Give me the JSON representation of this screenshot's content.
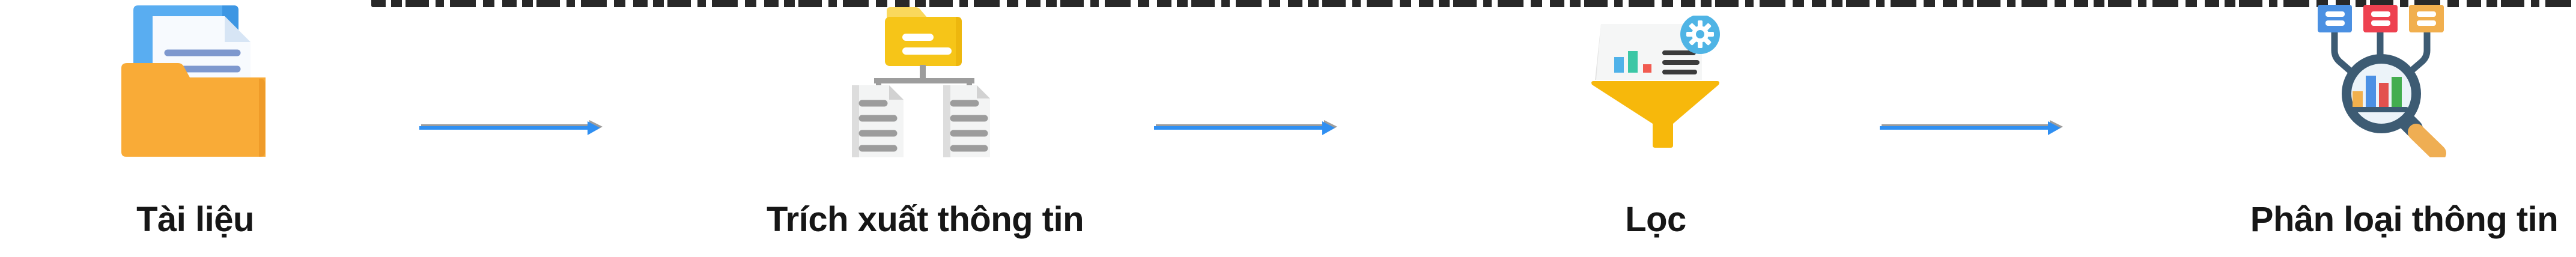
{
  "diagram": {
    "title": "document-processing-pipeline",
    "background_color": "#FFFFFF",
    "label_color": "#161616",
    "arrow_color": "#2F8FF2",
    "has_clipped_text_row_top": true,
    "stages": [
      {
        "label": "Tài liệu",
        "icon": "open-folder-with-document-icon"
      },
      {
        "label": "Trích xuất thông tin",
        "icon": "folder-to-documents-tree-icon"
      },
      {
        "label": "Lọc",
        "icon": "report-funnel-filter-icon"
      },
      {
        "label": "Phân loại thông tin",
        "icon": "magnifier-chart-classify-icon"
      }
    ],
    "arrow_count": 3,
    "icon_colors": {
      "folder_orange": "#F9AB37",
      "folder_gold": "#F6C518",
      "back_folder_blue": "#59ADF1",
      "document_line_blue": "#7E98CE",
      "connector_gray": "#9D9D9D",
      "doc_line_gray": "#9C9C9C",
      "funnel_yellow": "#F7B80B",
      "gear_circle_blue": "#4FB4E5",
      "chart_bar_blue": "#4FB2E9",
      "chart_bar_teal": "#3CC7A5",
      "chart_bar_red": "#F15B50",
      "magnifier_slate": "#3D5B73",
      "card_blue": "#4B90E2",
      "card_red": "#EE4150",
      "card_orange": "#F1AF4E",
      "handle_orange": "#EFAE53",
      "bar_yellow": "#F2B04D",
      "bar_blue": "#4C90E4",
      "bar_red": "#E3514E",
      "bar_green": "#43AD4F"
    }
  }
}
